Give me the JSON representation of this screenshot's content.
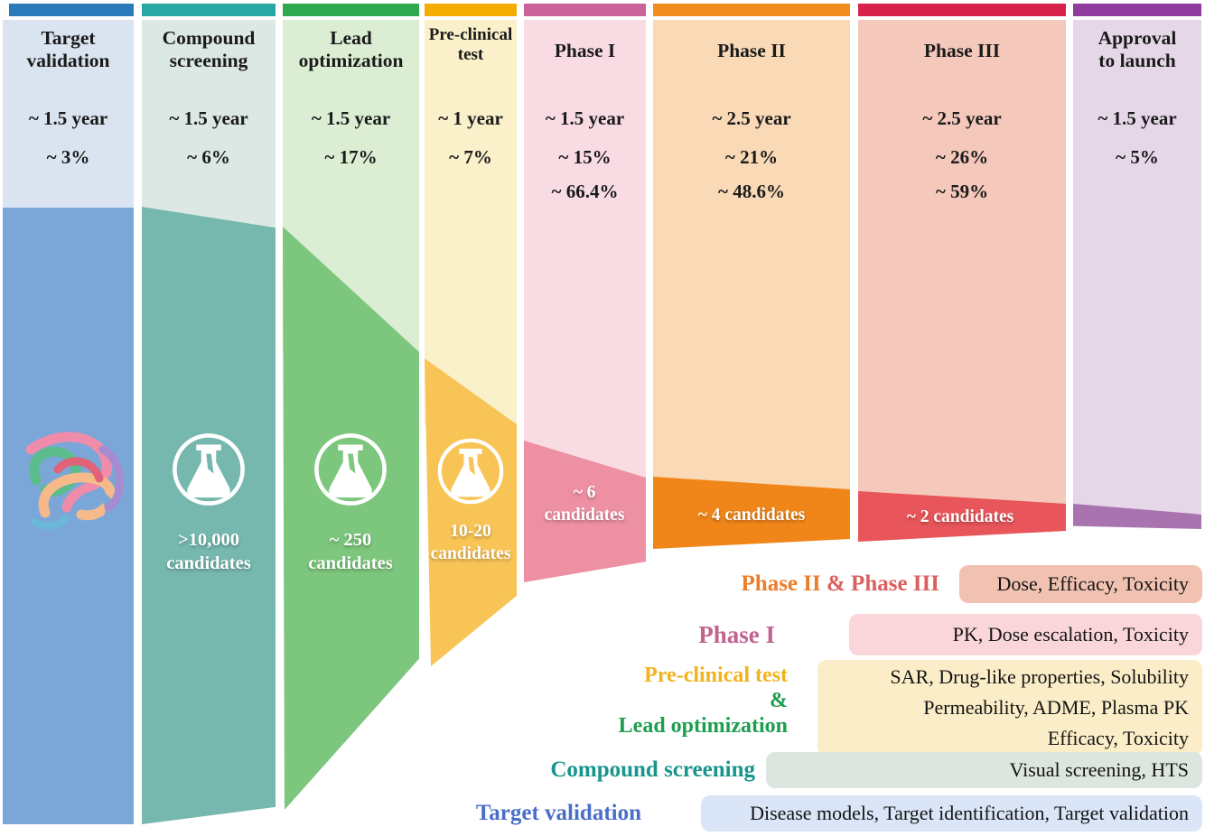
{
  "figure": {
    "description": "Drug discovery and development pipeline funnel diagram"
  },
  "columns": [
    {
      "title": "Target validation",
      "duration": "~ 1.5 year",
      "success_rate": "~ 3%",
      "colors": {
        "bar": "#2B7BBB",
        "light": "#D9E4F0",
        "dark": "#7BA7D8"
      }
    },
    {
      "title": "Compound screening",
      "duration": "~ 1.5 year",
      "success_rate": "~ 6%",
      "candidates": ">10,000 candidates",
      "colors": {
        "bar": "#27A8A2",
        "light": "#DCE8E4",
        "dark": "#76B8AE"
      }
    },
    {
      "title": "Lead optimization",
      "duration": "~ 1.5 year",
      "success_rate": "~ 17%",
      "candidates": "~ 250 candidates",
      "colors": {
        "bar": "#2FA850",
        "light": "#DBEED4",
        "dark": "#7DC67D"
      }
    },
    {
      "title": "Pre-clinical test",
      "duration": "~ 1 year",
      "success_rate": "~ 7%",
      "candidates": "10-20 candidates",
      "colors": {
        "bar": "#F5AC00",
        "light": "#FAF0CA",
        "dark": "#F8C456"
      }
    },
    {
      "title": "Phase I",
      "duration": "~ 1.5 year",
      "success_rate": "~ 15%",
      "secondary_rate": "~ 66.4%",
      "candidates": "~ 6 candidates",
      "colors": {
        "bar": "#C9639A",
        "light": "#F9DCE3",
        "dark": "#EE90A4"
      }
    },
    {
      "title": "Phase II",
      "duration": "~ 2.5 year",
      "success_rate": "~ 21%",
      "secondary_rate": "~ 48.6%",
      "candidates": "~ 4 candidates",
      "colors": {
        "bar": "#F28C1E",
        "light": "#FAD9B6",
        "dark": "#F0861A"
      }
    },
    {
      "title": "Phase III",
      "duration": "~ 2.5 year",
      "success_rate": "~ 26%",
      "secondary_rate": "~ 59%",
      "candidates": "~ 2 candidates",
      "colors": {
        "bar": "#D8214B",
        "light": "#F4C8BA",
        "dark": "#E8555A"
      }
    },
    {
      "title": "Approval to launch",
      "duration": "~ 1.5 year",
      "success_rate": "~ 5%",
      "colors": {
        "bar": "#8F3C9E",
        "light": "#E5D6E8",
        "dark": "#A873AE"
      }
    }
  ],
  "legend": [
    {
      "label_parts": [
        {
          "text": "Phase II ",
          "color": "#ED7D2B"
        },
        {
          "text": "& Phase III",
          "color": "#DC5F5F"
        }
      ],
      "pill": "Dose, Efficacy, Toxicity",
      "pill_color": "#F1C1B1"
    },
    {
      "label_parts": [
        {
          "text": "Phase I",
          "color": "#C0648F"
        }
      ],
      "pill": "PK, Dose escalation, Toxicity",
      "pill_color": "#FAD6DB"
    },
    {
      "label_lines": [
        {
          "text": "Pre-clinical test",
          "color": "#F2B21B"
        },
        {
          "text": "&",
          "color": "#1E9E50"
        },
        {
          "text": "Lead optimization",
          "color": "#1E9E50"
        }
      ],
      "pill_lines": [
        "SAR, Drug-like properties, Solubility",
        "Permeability, ADME, Plasma PK",
        "Efficacy, Toxicity"
      ],
      "pill_color": "#FAEDC7"
    },
    {
      "label_parts": [
        {
          "text": "Compound screening",
          "color": "#17968D"
        }
      ],
      "pill": "Visual screening, HTS",
      "pill_color": "#DCE6DE"
    },
    {
      "label_parts": [
        {
          "text": "Target validation",
          "color": "#4A6FC9"
        }
      ],
      "pill": "Disease models, Target identification, Target validation",
      "pill_color": "#DAE5F8"
    }
  ]
}
